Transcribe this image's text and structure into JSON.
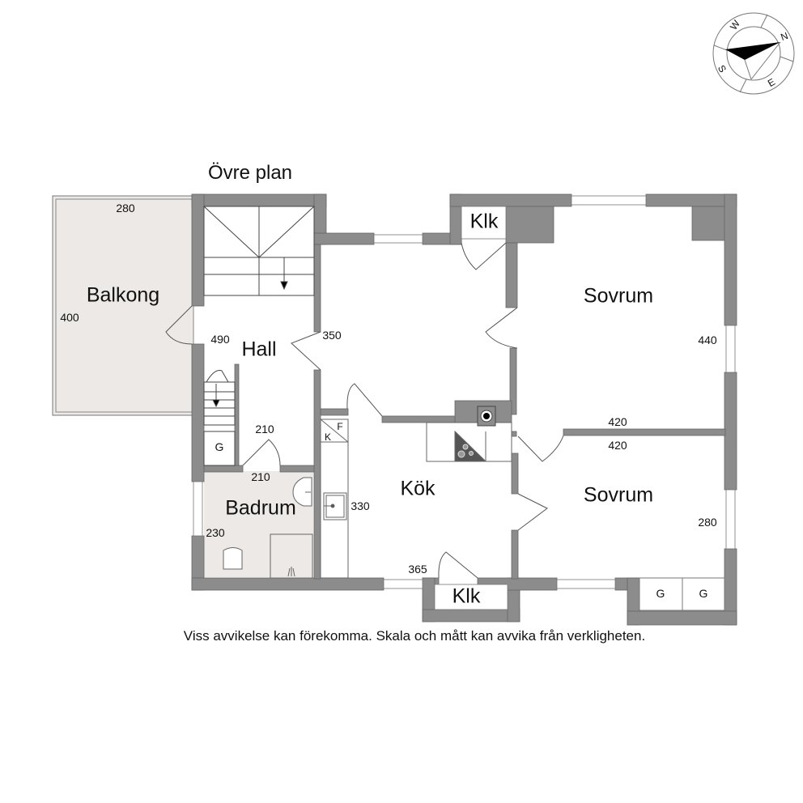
{
  "title": "Övre plan",
  "disclaimer": "Viss avvikelse kan förekomma. Skala och mått kan avvika från verkligheten.",
  "compass": {
    "letters": {
      "north": "N",
      "east": "E",
      "south": "S",
      "west": "W"
    }
  },
  "colors": {
    "wall": "#8c8c8c",
    "wall_outline": "#555555",
    "balcony_fill": "#ece9e6",
    "bathroom_fill": "#ece9e6",
    "line": "#555555",
    "text": "#111111"
  },
  "rooms": {
    "balkong": {
      "label": "Balkong",
      "dim_width": "280",
      "dim_height": "400"
    },
    "hall": {
      "label": "Hall",
      "dim_height": "490",
      "dim_door": "210"
    },
    "badrum": {
      "label": "Badrum",
      "dim_width": "210",
      "dim_height": "230"
    },
    "living": {
      "dim_height": "350"
    },
    "kok": {
      "label": "Kök",
      "dim_width": "365",
      "dim_height": "330"
    },
    "klk_top": {
      "label": "Klk"
    },
    "klk_bottom": {
      "label": "Klk"
    },
    "sovrum_top": {
      "label": "Sovrum",
      "dim_width": "420",
      "dim_height": "440"
    },
    "sovrum_bottom": {
      "label": "Sovrum",
      "dim_width": "420",
      "dim_height": "280"
    }
  },
  "fixtures": {
    "hall_closet": "G",
    "fridge": "K",
    "freezer": "F",
    "wardrobe_1": "G",
    "wardrobe_2": "G"
  }
}
